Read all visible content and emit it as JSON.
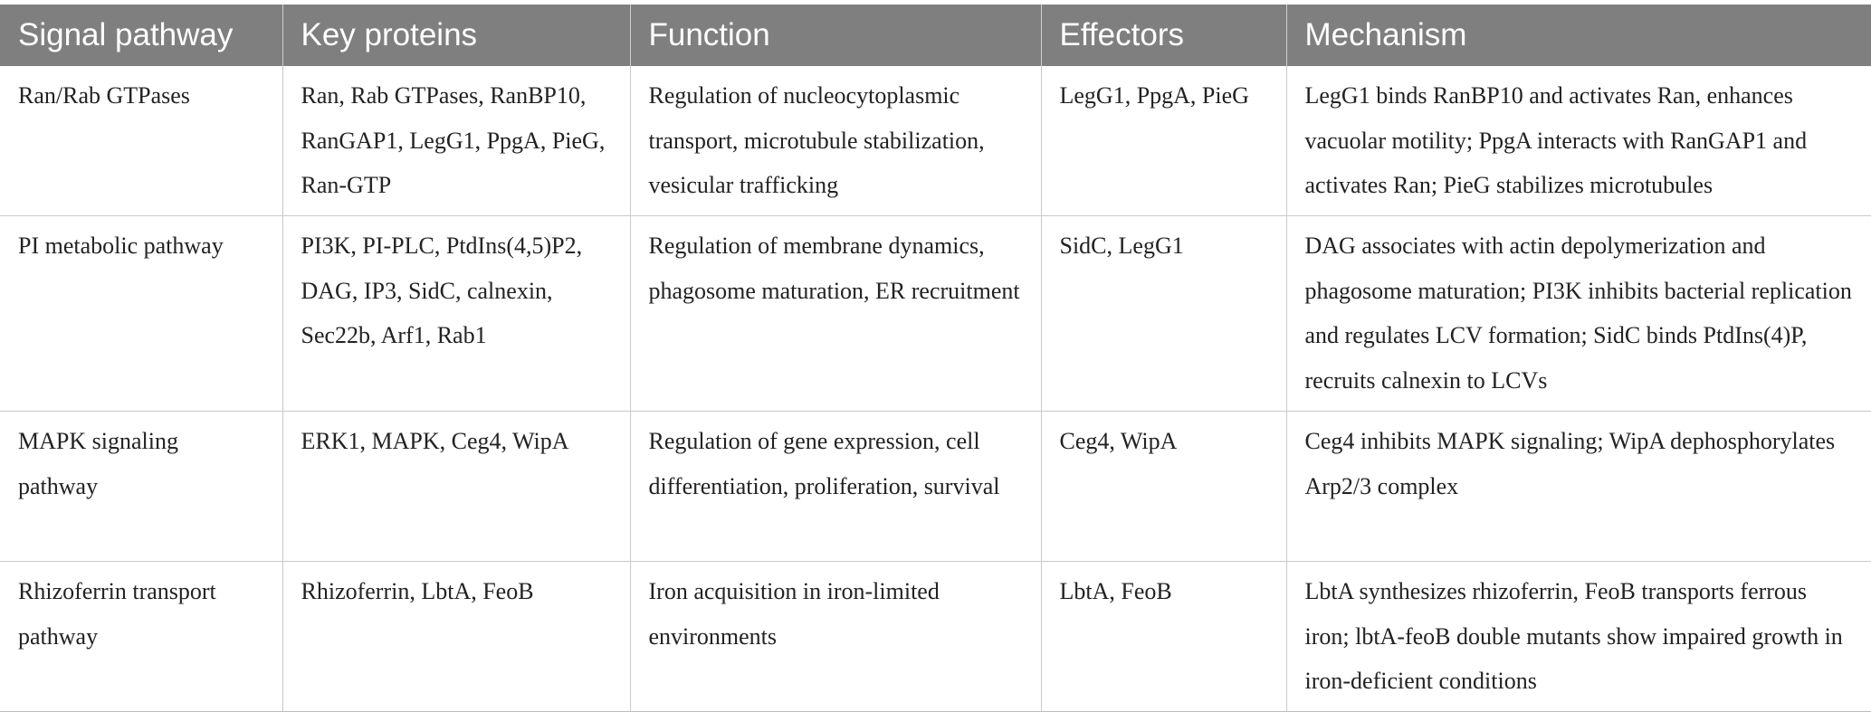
{
  "table": {
    "headers": [
      "Signal pathway",
      "Key proteins",
      "Function",
      "Effectors",
      "Mechanism"
    ],
    "rows": [
      {
        "pathway": "Ran/Rab GTPases",
        "proteins": "Ran, Rab GTPases, RanBP10, RanGAP1, LegG1, PpgA, PieG, Ran-GTP",
        "function": "Regulation of nucleocytoplasmic transport, microtubule stabilization, vesicular trafficking",
        "effectors": "LegG1, PpgA, PieG",
        "mechanism": "LegG1 binds RanBP10 and activates Ran, enhances vacuolar motility; PpgA interacts with RanGAP1 and activates Ran; PieG stabilizes microtubules"
      },
      {
        "pathway": "PI metabolic pathway",
        "proteins": "PI3K, PI-PLC, PtdIns(4,5)P2, DAG, IP3, SidC, calnexin, Sec22b, Arf1, Rab1",
        "function": "Regulation of membrane dynamics, phagosome maturation, ER recruitment",
        "effectors": "SidC, LegG1",
        "mechanism": "DAG associates with actin depolymerization and phagosome maturation; PI3K inhibits bacterial replication and regulates LCV formation; SidC binds PtdIns(4)P, recruits calnexin to LCVs"
      },
      {
        "pathway": "MAPK signaling pathway",
        "proteins": "ERK1, MAPK, Ceg4, WipA",
        "function": "Regulation of gene expression, cell differentiation, proliferation, survival",
        "effectors": "Ceg4, WipA",
        "mechanism": "Ceg4 inhibits MAPK signaling; WipA dephosphorylates Arp2/3 complex"
      },
      {
        "pathway": "Rhizoferrin transport pathway",
        "proteins": "Rhizoferrin, LbtA, FeoB",
        "function": "Iron acquisition in iron-limited environments",
        "effectors": "LbtA, FeoB",
        "mechanism": "LbtA synthesizes rhizoferrin, FeoB transports ferrous iron; lbtA-feoB double mutants show impaired growth in iron-deficient conditions"
      }
    ]
  }
}
